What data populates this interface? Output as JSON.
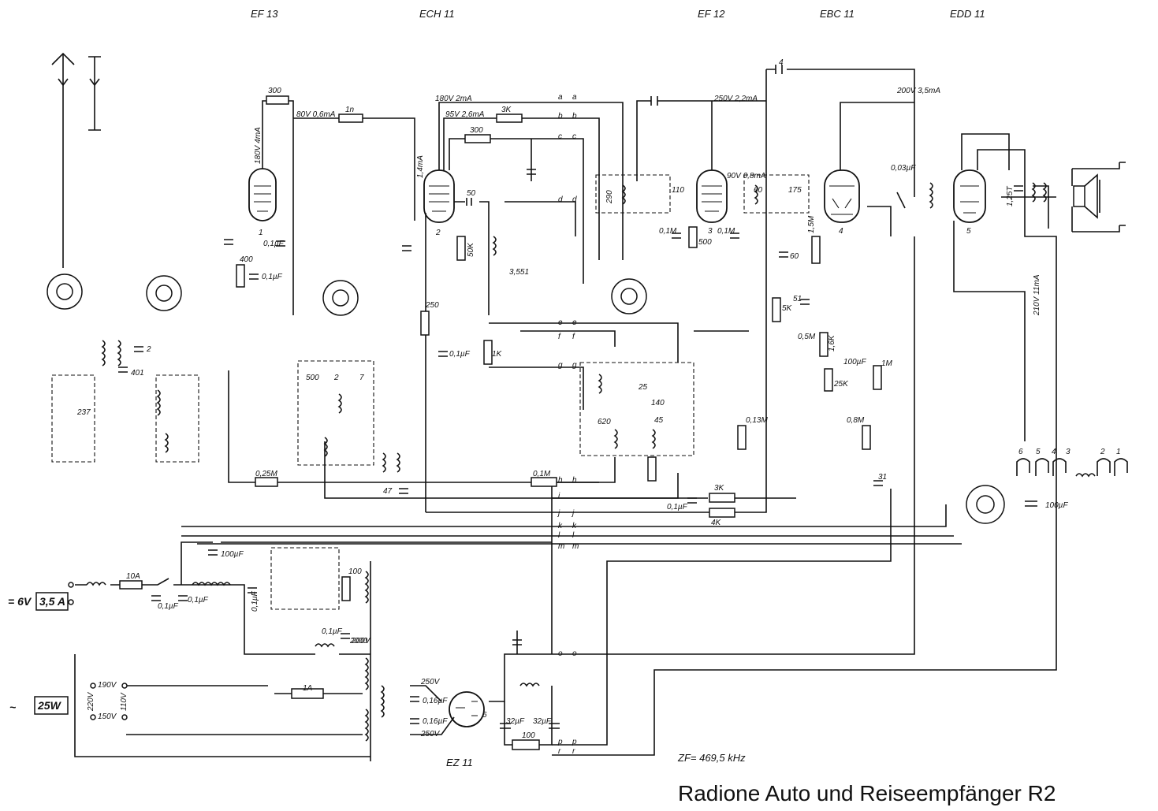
{
  "title": "Radione Auto und Reiseempfänger R2",
  "zf": "ZF= 469,5 kHz",
  "tubes": [
    {
      "id": "ef13",
      "label": "EF 13"
    },
    {
      "id": "ech11",
      "label": "ECH 11"
    },
    {
      "id": "ef12",
      "label": "EF 12"
    },
    {
      "id": "ebc11",
      "label": "EBC 11"
    },
    {
      "id": "edd11",
      "label": "EDD 11"
    },
    {
      "id": "ez11",
      "label": "EZ 11"
    }
  ],
  "tube_pins": [
    "1",
    "2",
    "3",
    "4",
    "5",
    "6"
  ],
  "power": {
    "dc_voltage": "= 6V",
    "dc_fuse": "3,5 A",
    "ac_symbol": "~",
    "ac_power": "25W",
    "fuse_10a": "10A",
    "fuse_1a": "1A",
    "tap_190": "190V",
    "tap_220": "220V",
    "tap_150": "150V",
    "tap_110": "110V"
  },
  "voltages": {
    "v180_4ma": "180V 4mA",
    "v80_06ma": "80V 0,6mA",
    "v180_2ma": "180V 2mA",
    "v95_26ma": "95V 2,6mA",
    "ma14": "1,4mA",
    "v250_22ma": "250V 2,2mA",
    "v90_08ma": "90V 0,8mA",
    "v200_35ma": "200V 3,5mA",
    "v210_11ma": "210V 11mA",
    "v250_a": "250V",
    "v250_b": "250V",
    "v200": "200V"
  },
  "components": {
    "r300_a": "300",
    "r1n": "1n",
    "r3k_a": "3K",
    "r300_b": "300",
    "c50": "50",
    "r50k": "50K",
    "l3551": "3,551",
    "r250": "250",
    "c01_a": "0,1µF",
    "r1k": "1K",
    "r400": "400",
    "c01_b": "0,1µF",
    "c01_c": "0,1µF",
    "c2": "2",
    "c401": "401",
    "c237": "237",
    "c500": "500",
    "c2b": "2",
    "c7": "7",
    "c47": "47",
    "r025m": "0,25M",
    "c290": "290",
    "c110": "110",
    "c01m": "0,1M",
    "r500": "500",
    "c01d": "0,1M",
    "c60": "60",
    "c175": "175",
    "c4": "4",
    "c003": "0,03µF",
    "r15m": "1,5M",
    "c60b": "60",
    "c51": "51",
    "r5k": "5K",
    "r05m": "0,5M",
    "r16k": "1,6K",
    "c100": "100µF",
    "r25k": "25K",
    "r1m": "1M",
    "r013m": "0,13M",
    "r08m": "0,8M",
    "c31": "31",
    "c125": "1,25T",
    "c25": "25",
    "c140": "140",
    "c45": "45",
    "c620": "620",
    "r01m": "0,1M",
    "r3k_b": "3K",
    "r4k": "4K",
    "c01_e": "0,1µF",
    "c100uf_r": "100µF",
    "c100uf_t": "100µF",
    "c01_f": "0,1µF",
    "c01_g": "0,1µF",
    "c01_h": "0,1µF",
    "r100": "100",
    "c01_i": "0,1µF",
    "c2000": "2000",
    "c016a": "0,16µF",
    "c016b": "0,16µF",
    "c32a": "32µF",
    "c32b": "32µF",
    "r100b": "100"
  },
  "buses": {
    "a": "a",
    "b": "b",
    "c": "c",
    "d": "d",
    "e": "e",
    "f": "f",
    "g": "g",
    "h": "h",
    "i": "i",
    "j": "j",
    "k": "k",
    "l": "l",
    "m": "m",
    "o": "o",
    "p": "p",
    "r": "r"
  },
  "switch_numbers": [
    "6",
    "5",
    "4",
    "3",
    "2",
    "1"
  ]
}
